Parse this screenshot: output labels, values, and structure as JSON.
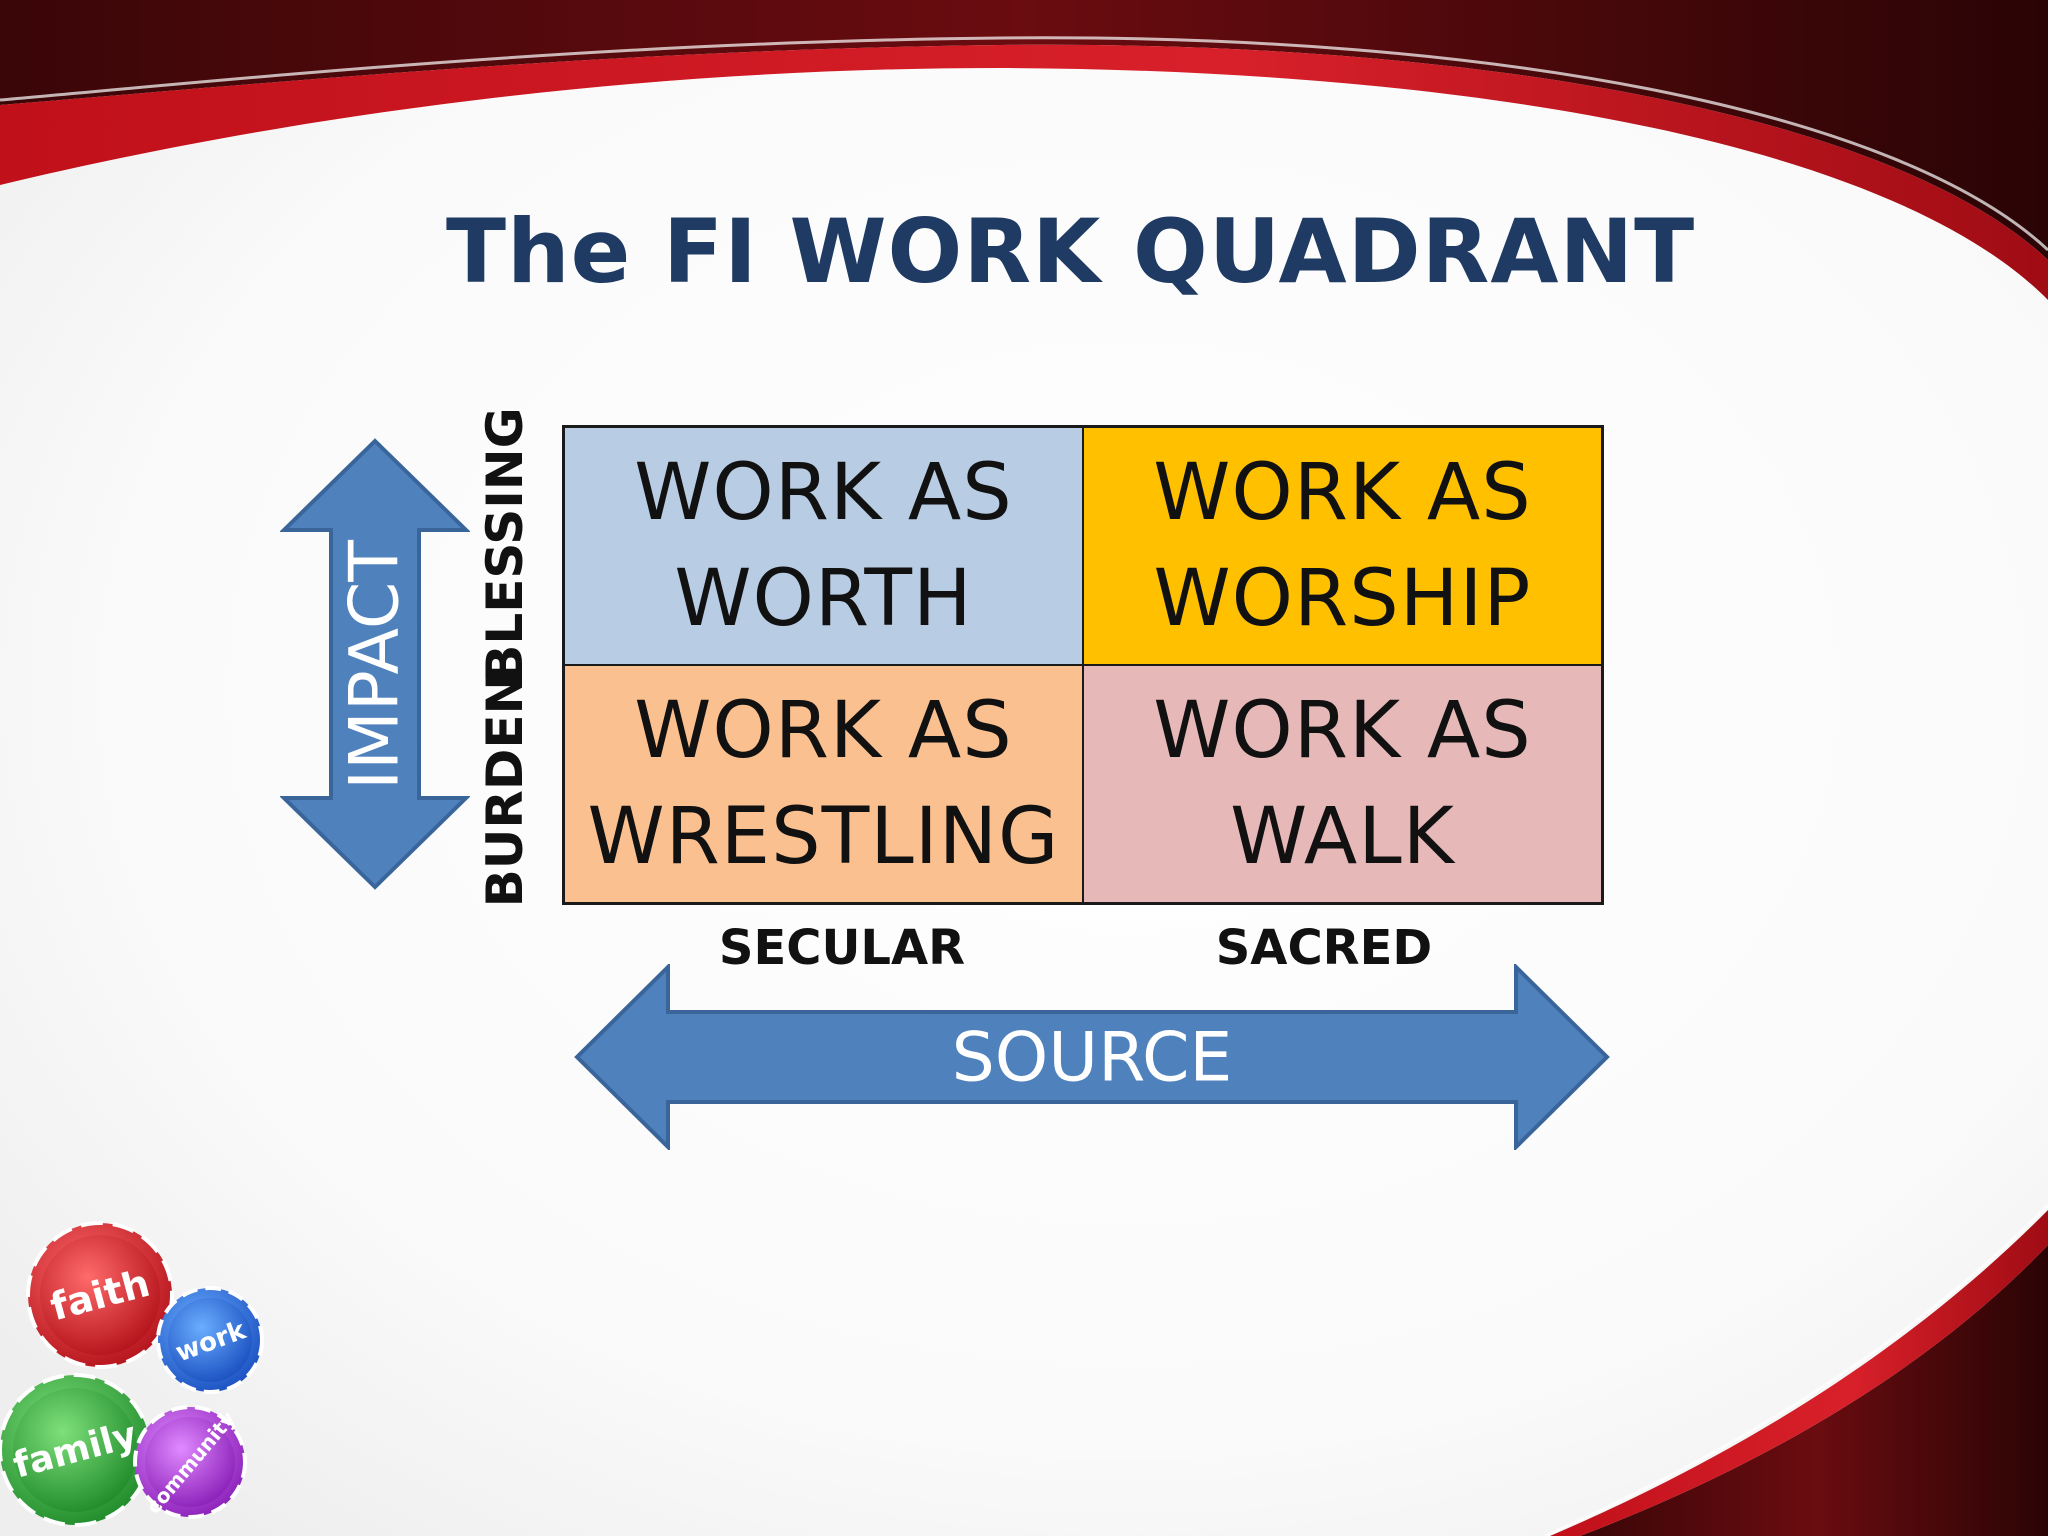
{
  "title": "The FI WORK QUADRANT",
  "quadrants": {
    "top_left": {
      "line1": "WORK AS",
      "line2": "WORTH",
      "color": "#b8cce4"
    },
    "top_right": {
      "line1": "WORK AS",
      "line2": "WORSHIP",
      "color": "#ffc000"
    },
    "bottom_left": {
      "line1": "WORK AS",
      "line2": "WRESTLING",
      "color": "#fac090"
    },
    "bottom_right": {
      "line1": "WORK AS",
      "line2": "WALK",
      "color": "#e6b9b8"
    }
  },
  "vertical_axis": {
    "name": "IMPACT",
    "top_label": "BLESSING",
    "bottom_label": "BURDEN"
  },
  "horizontal_axis": {
    "name": "SOURCE",
    "left_label": "SECULAR",
    "right_label": "SACRED"
  },
  "logo": {
    "gears": [
      "faith",
      "work",
      "family",
      "community"
    ]
  },
  "colors": {
    "arrow": "#4f81bd",
    "arrow_border": "#3a659a",
    "title": "#1f3b63",
    "banner_red": "#c8141c",
    "banner_dark": "#5a0a0e"
  }
}
